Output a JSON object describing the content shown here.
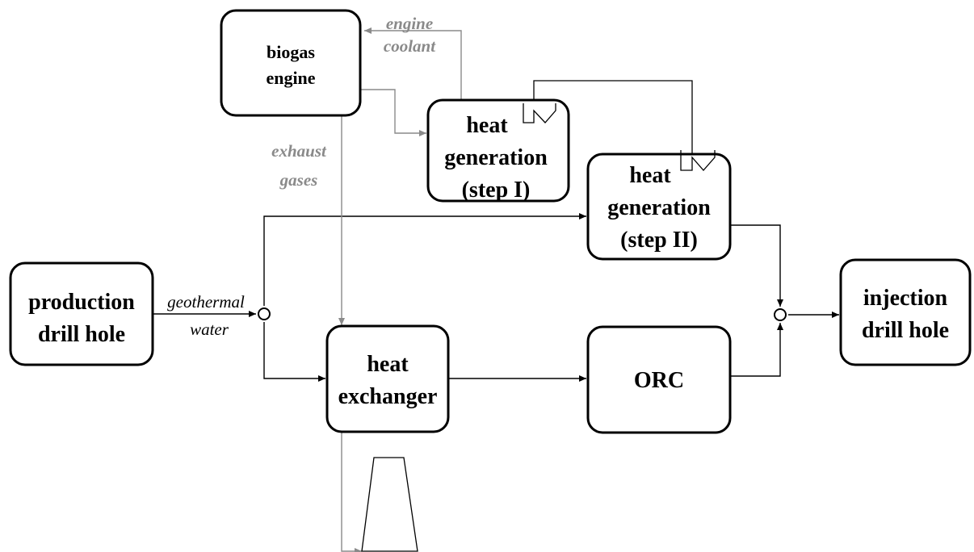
{
  "colors": {
    "flow": "#000000",
    "gas_flow": "#8a8a8a",
    "box_border": "#000000",
    "background": "#ffffff"
  },
  "boxes": {
    "biogas_engine": [
      "biogas",
      "engine"
    ],
    "heat_gen_1": [
      "heat",
      "generation",
      "(step I)"
    ],
    "heat_gen_2": [
      "heat",
      "generation",
      "(step II)"
    ],
    "production": [
      "production",
      "drill hole"
    ],
    "heat_exchanger": [
      "heat",
      "exchanger"
    ],
    "orc": [
      "ORC"
    ],
    "injection": [
      "injection",
      "drill hole"
    ]
  },
  "labels": {
    "engine_coolant": [
      "engine",
      "coolant"
    ],
    "exhaust_gases": [
      "exhaust",
      "gases"
    ],
    "geothermal_water": [
      "geothermal",
      "water"
    ]
  }
}
